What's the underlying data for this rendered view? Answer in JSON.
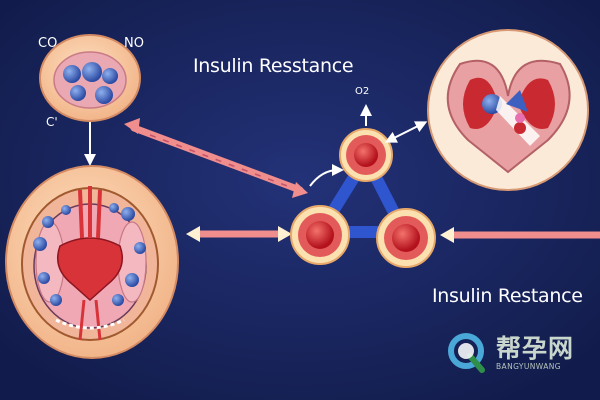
{
  "labels": {
    "co": "CO",
    "no": "NO",
    "c_mark": "C'",
    "o2": "O2",
    "title_top": "Insulin Resstance",
    "title_right": "Insulin Restance"
  },
  "watermark": {
    "name": "帮孕网",
    "sub": "BANGYUNWANG"
  },
  "colors": {
    "background": "#17235a",
    "organ_skin": "#f7c9a1",
    "heart_red": "#d9333a",
    "cell_blue": "#3d5fbf",
    "arrow_pink": "#f08d8d",
    "arrow_cream": "#fff1d2",
    "triangle_blue": "#2f55cf"
  }
}
